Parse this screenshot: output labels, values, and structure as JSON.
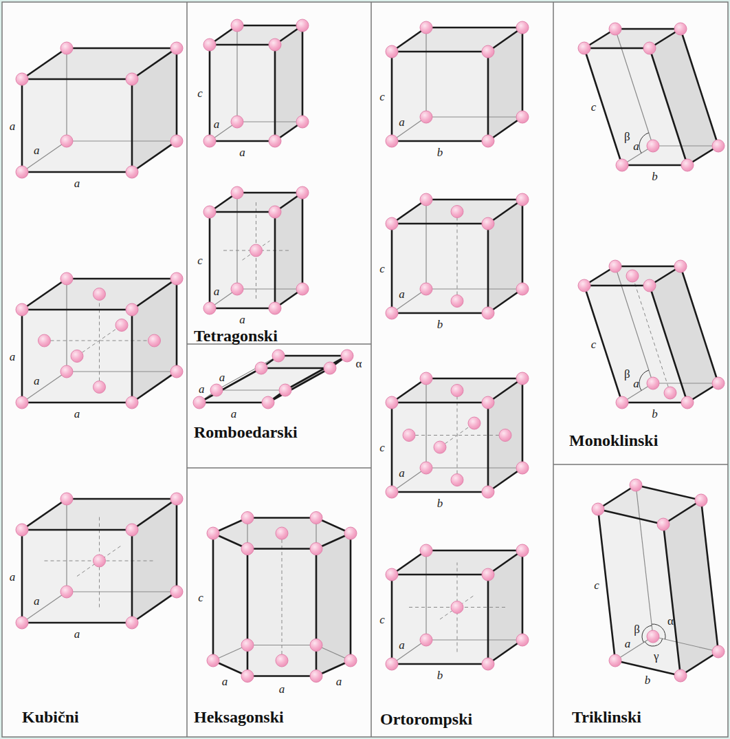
{
  "diagram": {
    "labels": [
      "a",
      "a",
      "a",
      "c",
      "a",
      "a",
      "c",
      "a",
      "b",
      "c",
      "β",
      "a",
      "b",
      "a",
      "a",
      "a",
      "c",
      "a",
      "a",
      "Tetragonski",
      "c",
      "a",
      "b",
      "c",
      "β",
      "a",
      "b",
      "Monoklinski",
      "α",
      "a",
      "a",
      "a",
      "Romboedarski",
      "c",
      "a",
      "b",
      "a",
      "a",
      "a",
      "c",
      "a",
      "a",
      "a",
      "c",
      "a",
      "b",
      "c",
      "β",
      "α",
      "γ",
      "a",
      "b",
      "Kubični",
      "Heksagonski",
      "Ortorompski",
      "Triklinski"
    ]
  }
}
